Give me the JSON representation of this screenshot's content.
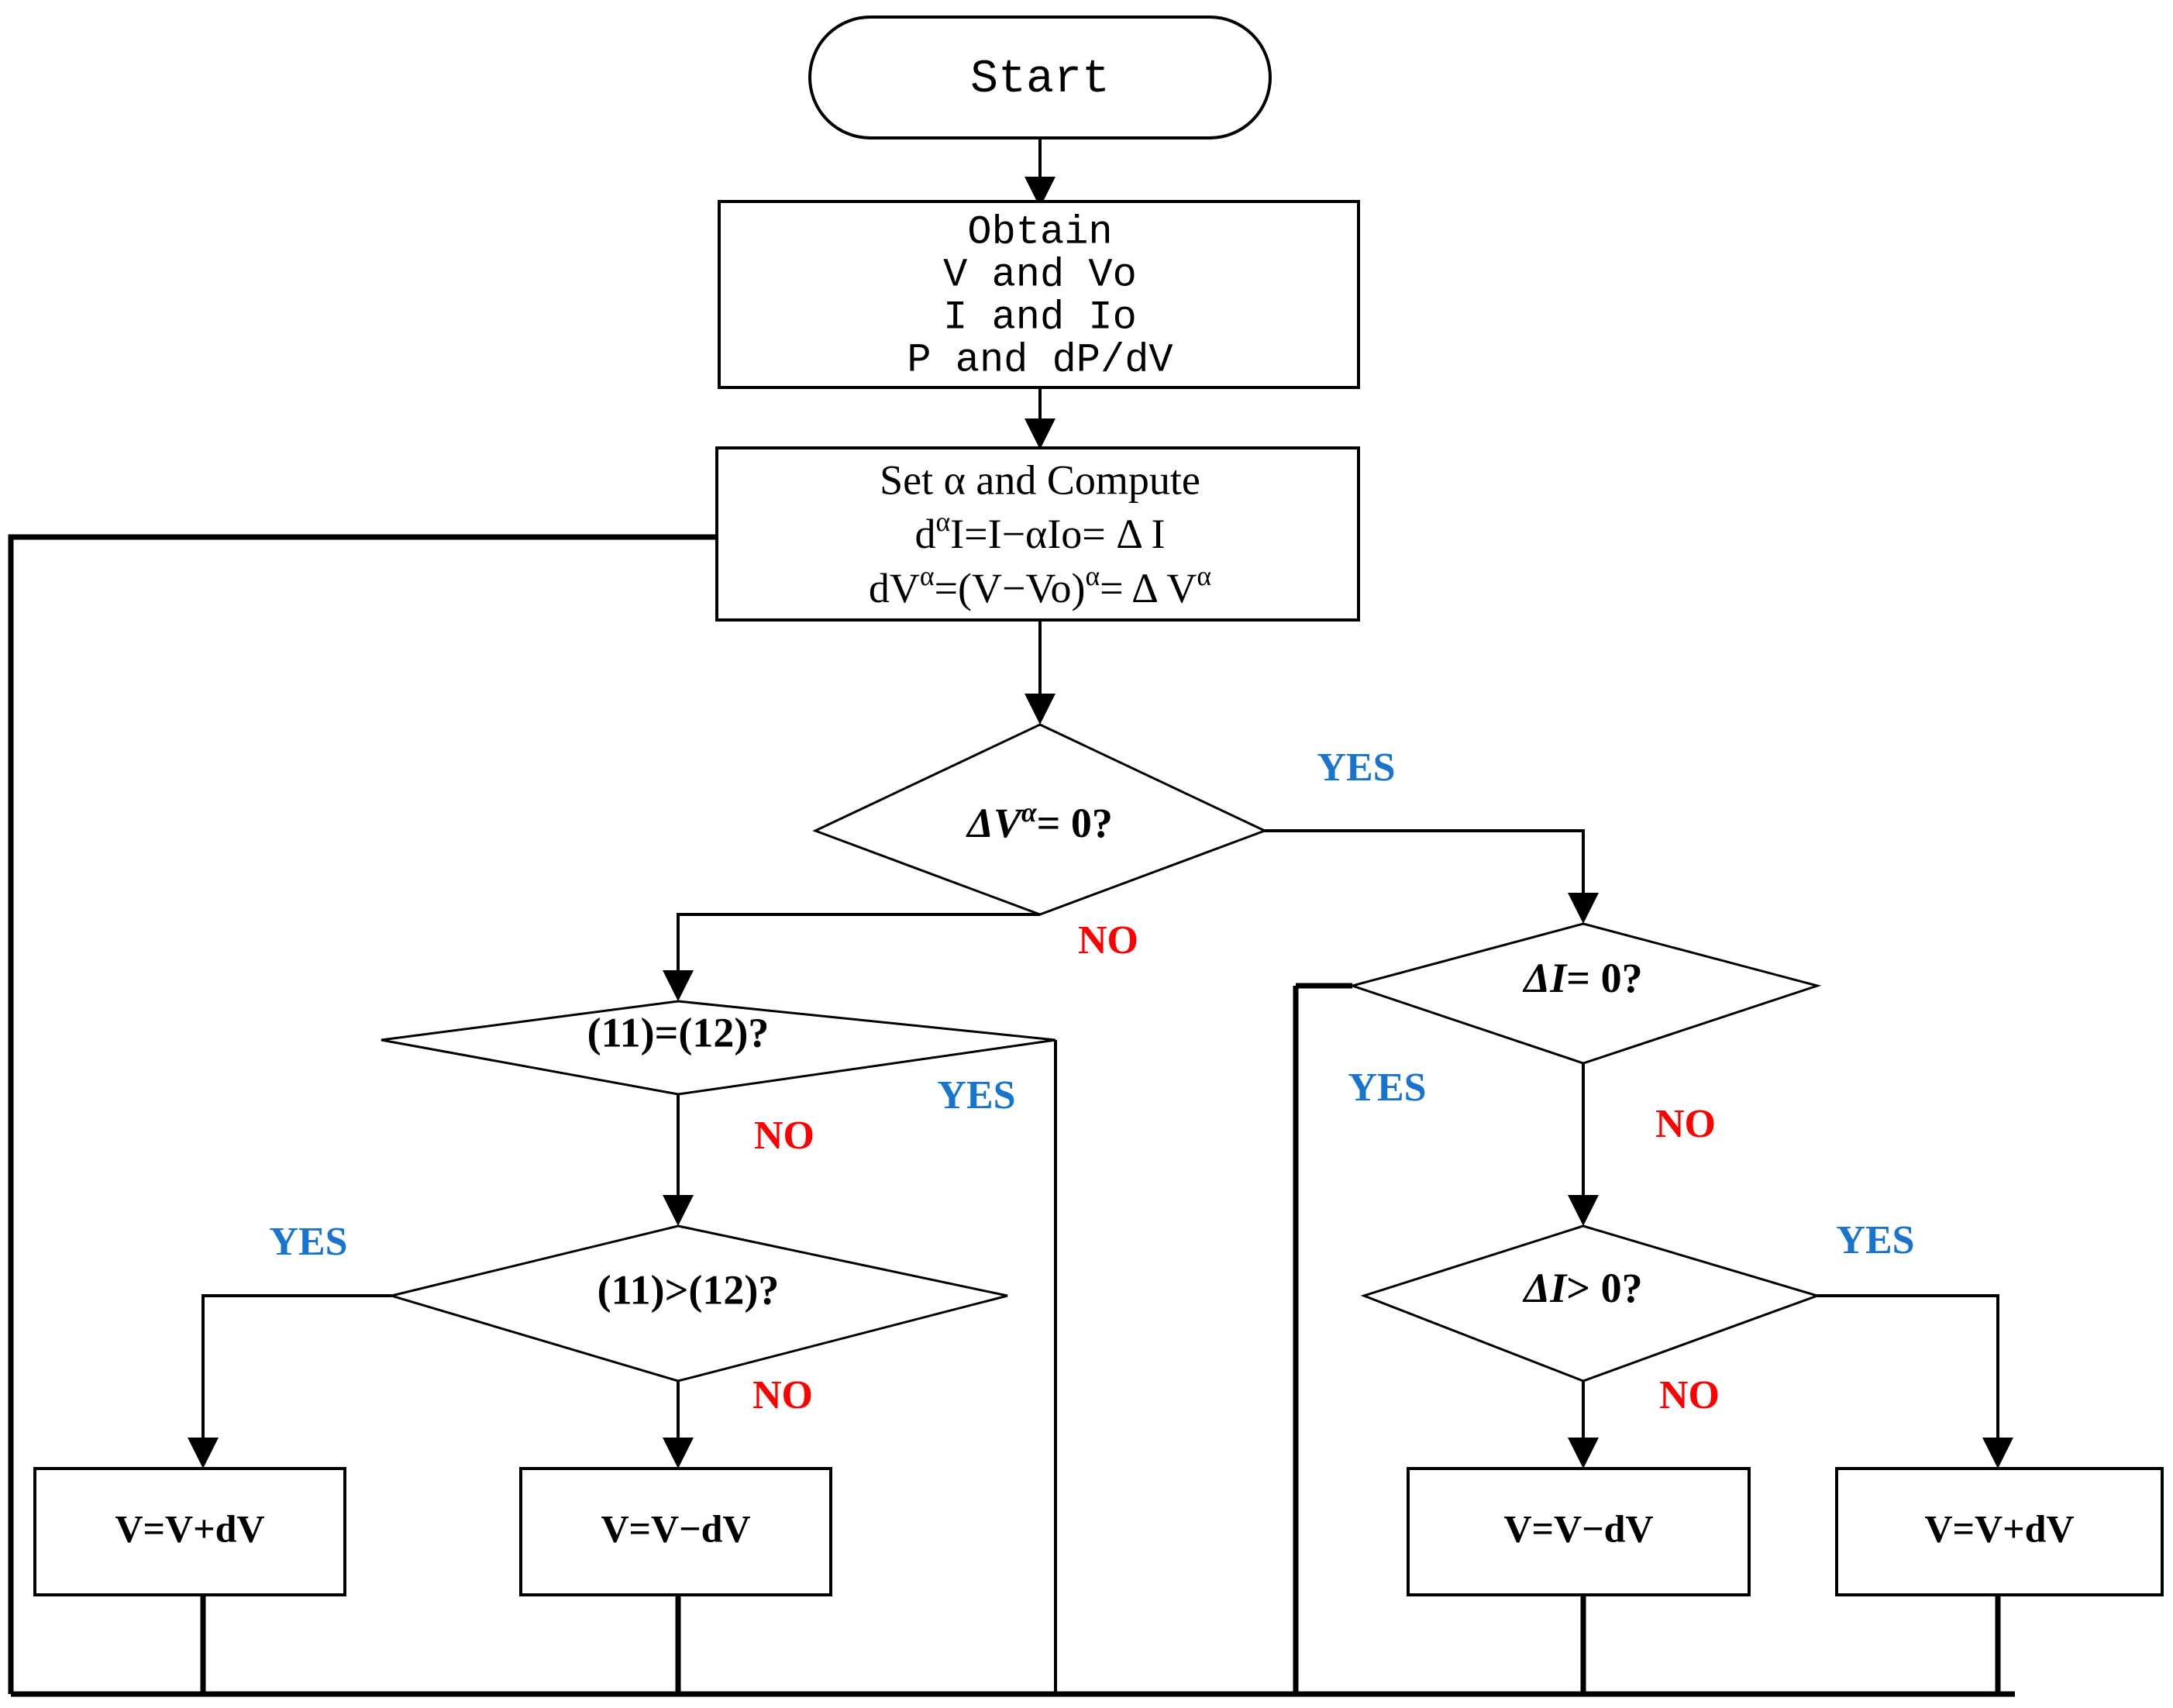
{
  "diagram": {
    "title": "Fractional-order MPPT control flowchart",
    "colors": {
      "line": "#000000",
      "yes_label": "#1874CD",
      "no_label": "#FF0000",
      "node_fill": "#ffffff",
      "background": "#ffffff"
    },
    "nodes": {
      "start": {
        "type": "terminator",
        "label": "Start"
      },
      "obtain": {
        "type": "process",
        "lines": [
          "Obtain",
          "V and Vo",
          "I and Io",
          "P and dP/dV"
        ]
      },
      "set_alpha": {
        "type": "process",
        "line1": "Set α and Compute",
        "line2_base": "d",
        "line2_sup": "α",
        "line2_rest": "I=I−αIo= Δ I",
        "line3_base": "dV",
        "line3_sup": "α",
        "line3_mid": "=(V−Vo)",
        "line3_sup2": "α",
        "line3_rest": "= Δ V",
        "line3_sup3": "α"
      },
      "dv_zero": {
        "type": "decision",
        "symbol": "ΔV",
        "exponent": "α",
        "operator": "= 0?",
        "full_label": "ΔV α = 0?"
      },
      "eq_11_12": {
        "type": "decision",
        "full_label": "(11)=(12)?"
      },
      "gt_11_12": {
        "type": "decision",
        "full_label": "(11)>(12)?"
      },
      "di_zero": {
        "type": "decision",
        "symbol": "ΔI",
        "operator": "= 0?",
        "full_label": "ΔI = 0?"
      },
      "di_gt_zero": {
        "type": "decision",
        "symbol": "ΔI",
        "operator": "> 0?",
        "full_label": "ΔI > 0?"
      },
      "act_left_plus": {
        "type": "process",
        "label": "V=V+dV"
      },
      "act_left_minus": {
        "type": "process",
        "label": "V=V−dV"
      },
      "act_right_minus": {
        "type": "process",
        "label": "V=V−dV"
      },
      "act_right_plus": {
        "type": "process",
        "label": "V=V+dV"
      }
    },
    "branch_labels": {
      "dv_zero_yes": "YES",
      "dv_zero_no": "NO",
      "eq_11_12_yes": "YES",
      "eq_11_12_no": "NO",
      "gt_11_12_yes": "YES",
      "gt_11_12_no": "NO",
      "di_zero_yes": "YES",
      "di_zero_no": "NO",
      "di_gt_zero_yes": "YES",
      "di_gt_zero_no": "NO"
    }
  }
}
